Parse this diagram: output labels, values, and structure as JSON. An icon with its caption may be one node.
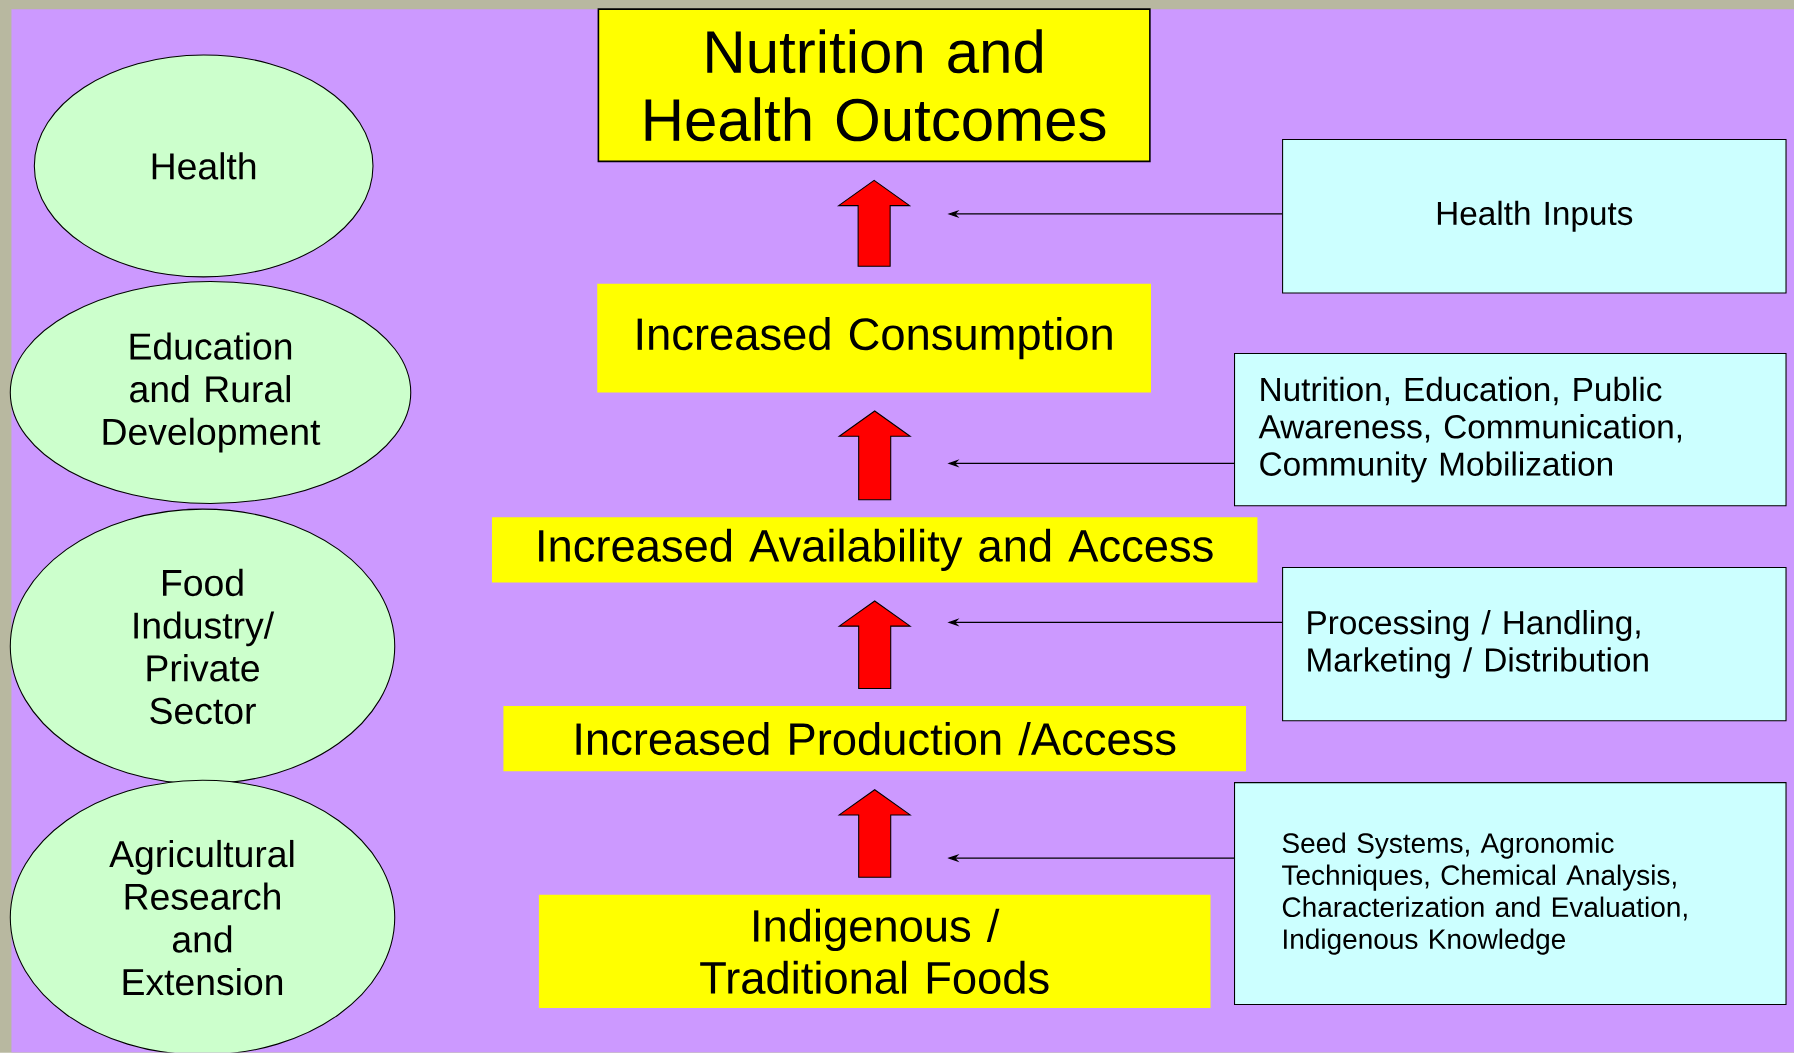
{
  "diagram": {
    "nodes": [
      {
        "text": [
          "Nutrition and Health Outcomes"
        ]
      },
      {
        "text": [
          "Health"
        ]
      },
      {
        "text": [
          "Health Inputs"
        ]
      },
      {
        "text": [
          "Increased Consumption"
        ]
      },
      {
        "text": [
          "Education and Rural Development"
        ]
      },
      {
        "text": [
          "Nutrition, Education, Public Awareness, Communication, Community Mobilization"
        ]
      },
      {
        "text": [
          "Increased Availability and Access"
        ]
      },
      {
        "text": [
          "Food Industry/ Private Sector"
        ]
      },
      {
        "text": [
          "Processing / Handling, Marketing / Distribution"
        ]
      },
      {
        "text": [
          "Increased Production /Access"
        ]
      },
      {
        "text": [
          "Agricultural Research and Extension"
        ]
      },
      {
        "text": [
          "Seed Systems, Agronomic Techniques, Chemical Analysis, Characterization and Evaluation, Indigenous Knowledge"
        ]
      },
      {
        "text": [
          "Indigenous / Traditional Foods"
        ]
      }
    ],
    "edges": [
      {
        "from": 12,
        "to": 9,
        "arrow": "to",
        "style": "thick",
        "color": "#ff0000"
      },
      {
        "from": 9,
        "to": 6,
        "arrow": "to",
        "style": "thick",
        "color": "#ff0000"
      },
      {
        "from": 6,
        "to": 3,
        "arrow": "to",
        "style": "thick",
        "color": "#ff0000"
      },
      {
        "from": 3,
        "to": 0,
        "arrow": "to",
        "style": "thick",
        "color": "#ff0000"
      },
      {
        "from": 2,
        "to": null,
        "arrow": "to"
      },
      {
        "from": 5,
        "to": null,
        "arrow": "to"
      },
      {
        "from": 8,
        "to": null,
        "arrow": "to"
      },
      {
        "from": 11,
        "to": null,
        "arrow": "to"
      }
    ]
  }
}
